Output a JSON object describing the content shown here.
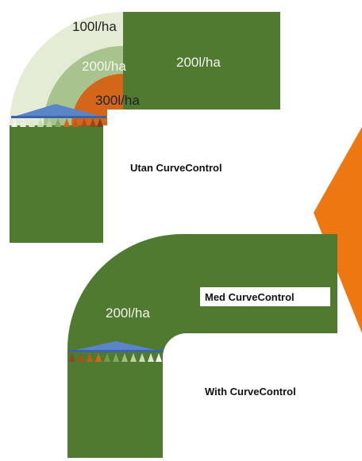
{
  "top_diagram": {
    "labels": {
      "outer_rate": "100l/ha",
      "middle_rate": "200l/ha",
      "inner_rate": "300l/ha",
      "straight_rate": "200l/ha"
    },
    "caption": "Utan CurveControl"
  },
  "bottom_diagram": {
    "labels": {
      "uniform_rate": "200l/ha"
    },
    "caption_swedish": "Med CurveControl",
    "caption_english": "With CurveControl"
  },
  "colors": {
    "field_green": "#4f7a30",
    "light_green_100": "#e4ecd6",
    "mid_green_200": "#a9c38e",
    "orange_300": "#d4661a",
    "accent_orange": "#ee7711",
    "boom_blue": "#5a86c9",
    "nozzle_colors": [
      "#f2f6ee",
      "#dde9cf",
      "#b9d3a0",
      "#7fa860",
      "#d4661a",
      "#8b4a24"
    ]
  },
  "icons": [
    "sprayer-boom-icon",
    "nozzle-triangle-icon",
    "orange-arrow-shape"
  ]
}
